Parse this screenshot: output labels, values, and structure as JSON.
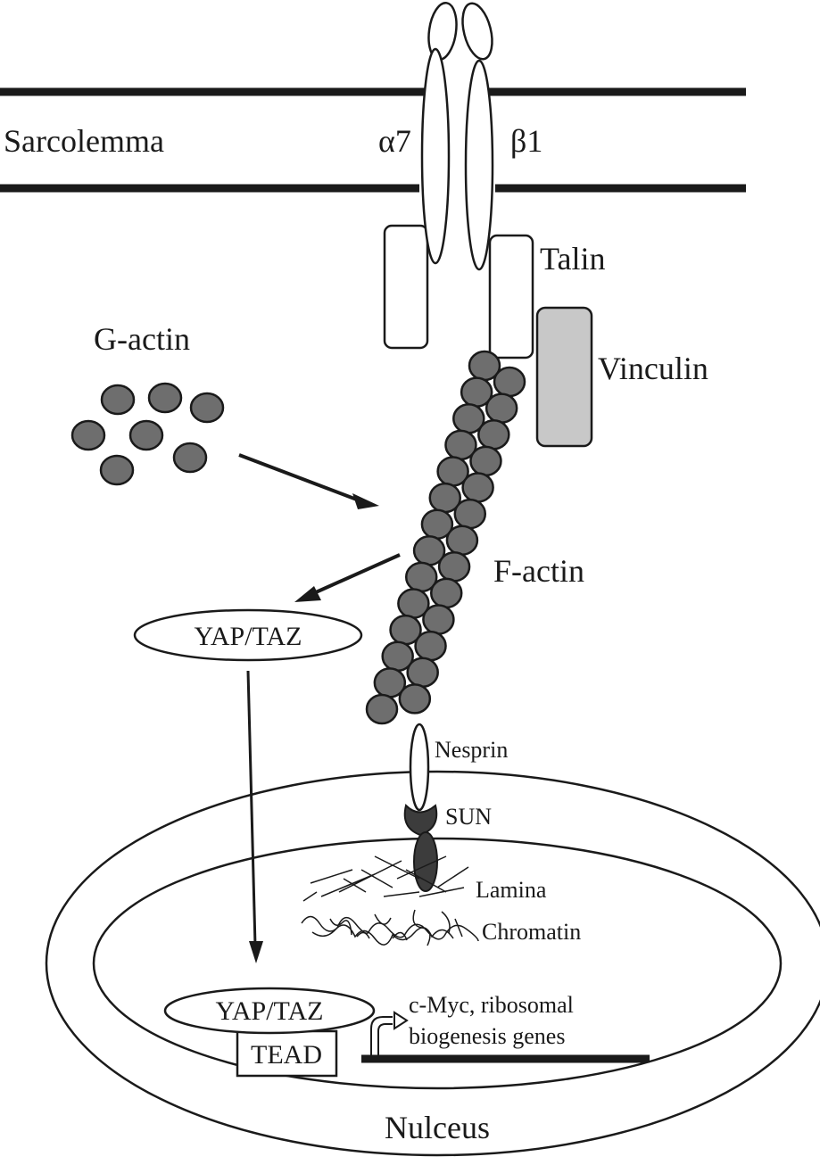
{
  "figure": {
    "labels": {
      "sarcolemma": "Sarcolemma",
      "alpha7": "α7",
      "beta1": "β1",
      "talin": "Talin",
      "vinculin": "Vinculin",
      "g_actin": "G-actin",
      "f_actin": "F-actin",
      "yap_taz_cytoplasm": "YAP/TAZ",
      "nesprin": "Nesprin",
      "sun": "SUN",
      "lamina": "Lamina",
      "chromatin": "Chromatin",
      "yap_taz_nucleus": "YAP/TAZ",
      "tead": "TEAD",
      "target_genes_line1": "c-Myc, ribosomal",
      "target_genes_line2": "biogenesis genes",
      "nucleus": "Nulceus"
    },
    "colors": {
      "actin_bead": "#6e6e6e",
      "vinculin": "#c8c8c8",
      "sun": "#3c3c3c",
      "stroke": "#1a1a1a"
    }
  }
}
